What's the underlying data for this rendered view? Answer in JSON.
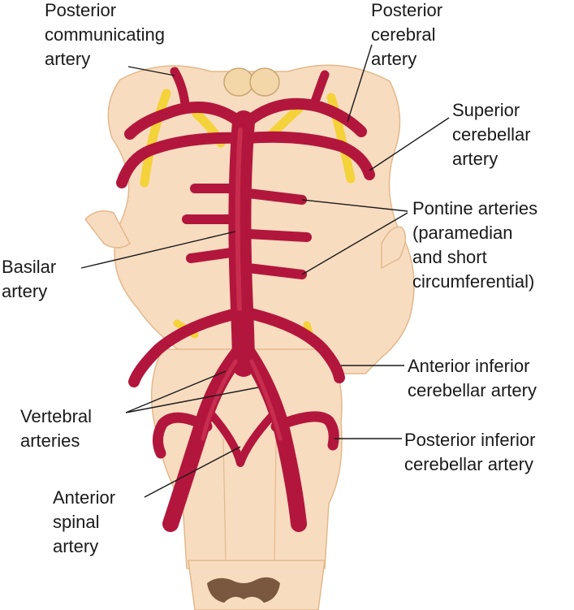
{
  "labels": {
    "posterior_communicating": [
      "Posterior",
      "communicating",
      "artery"
    ],
    "posterior_cerebral": [
      "Posterior",
      "cerebral",
      "artery"
    ],
    "superior_cerebellar": [
      "Superior",
      "cerebellar",
      "artery"
    ],
    "pontine": [
      "Pontine arteries",
      "(paramedian",
      "and short",
      "circumferential)"
    ],
    "basilar": [
      "Basilar",
      "artery"
    ],
    "aica": [
      "Anterior inferior",
      "cerebellar artery"
    ],
    "vertebral": [
      "Vertebral",
      "arteries"
    ],
    "pica": [
      "Posterior inferior",
      "cerebellar artery"
    ],
    "anterior_spinal": [
      "Anterior",
      "spinal",
      "artery"
    ]
  },
  "colors": {
    "artery": "#b3163c",
    "artery_highlight": "#d8405f",
    "nerve": "#f4d23a",
    "tissue": "#f8dcc0",
    "tissue_edge": "#e2b98c",
    "cord_center": "#7a5840",
    "leader": "#1a1a1a"
  }
}
